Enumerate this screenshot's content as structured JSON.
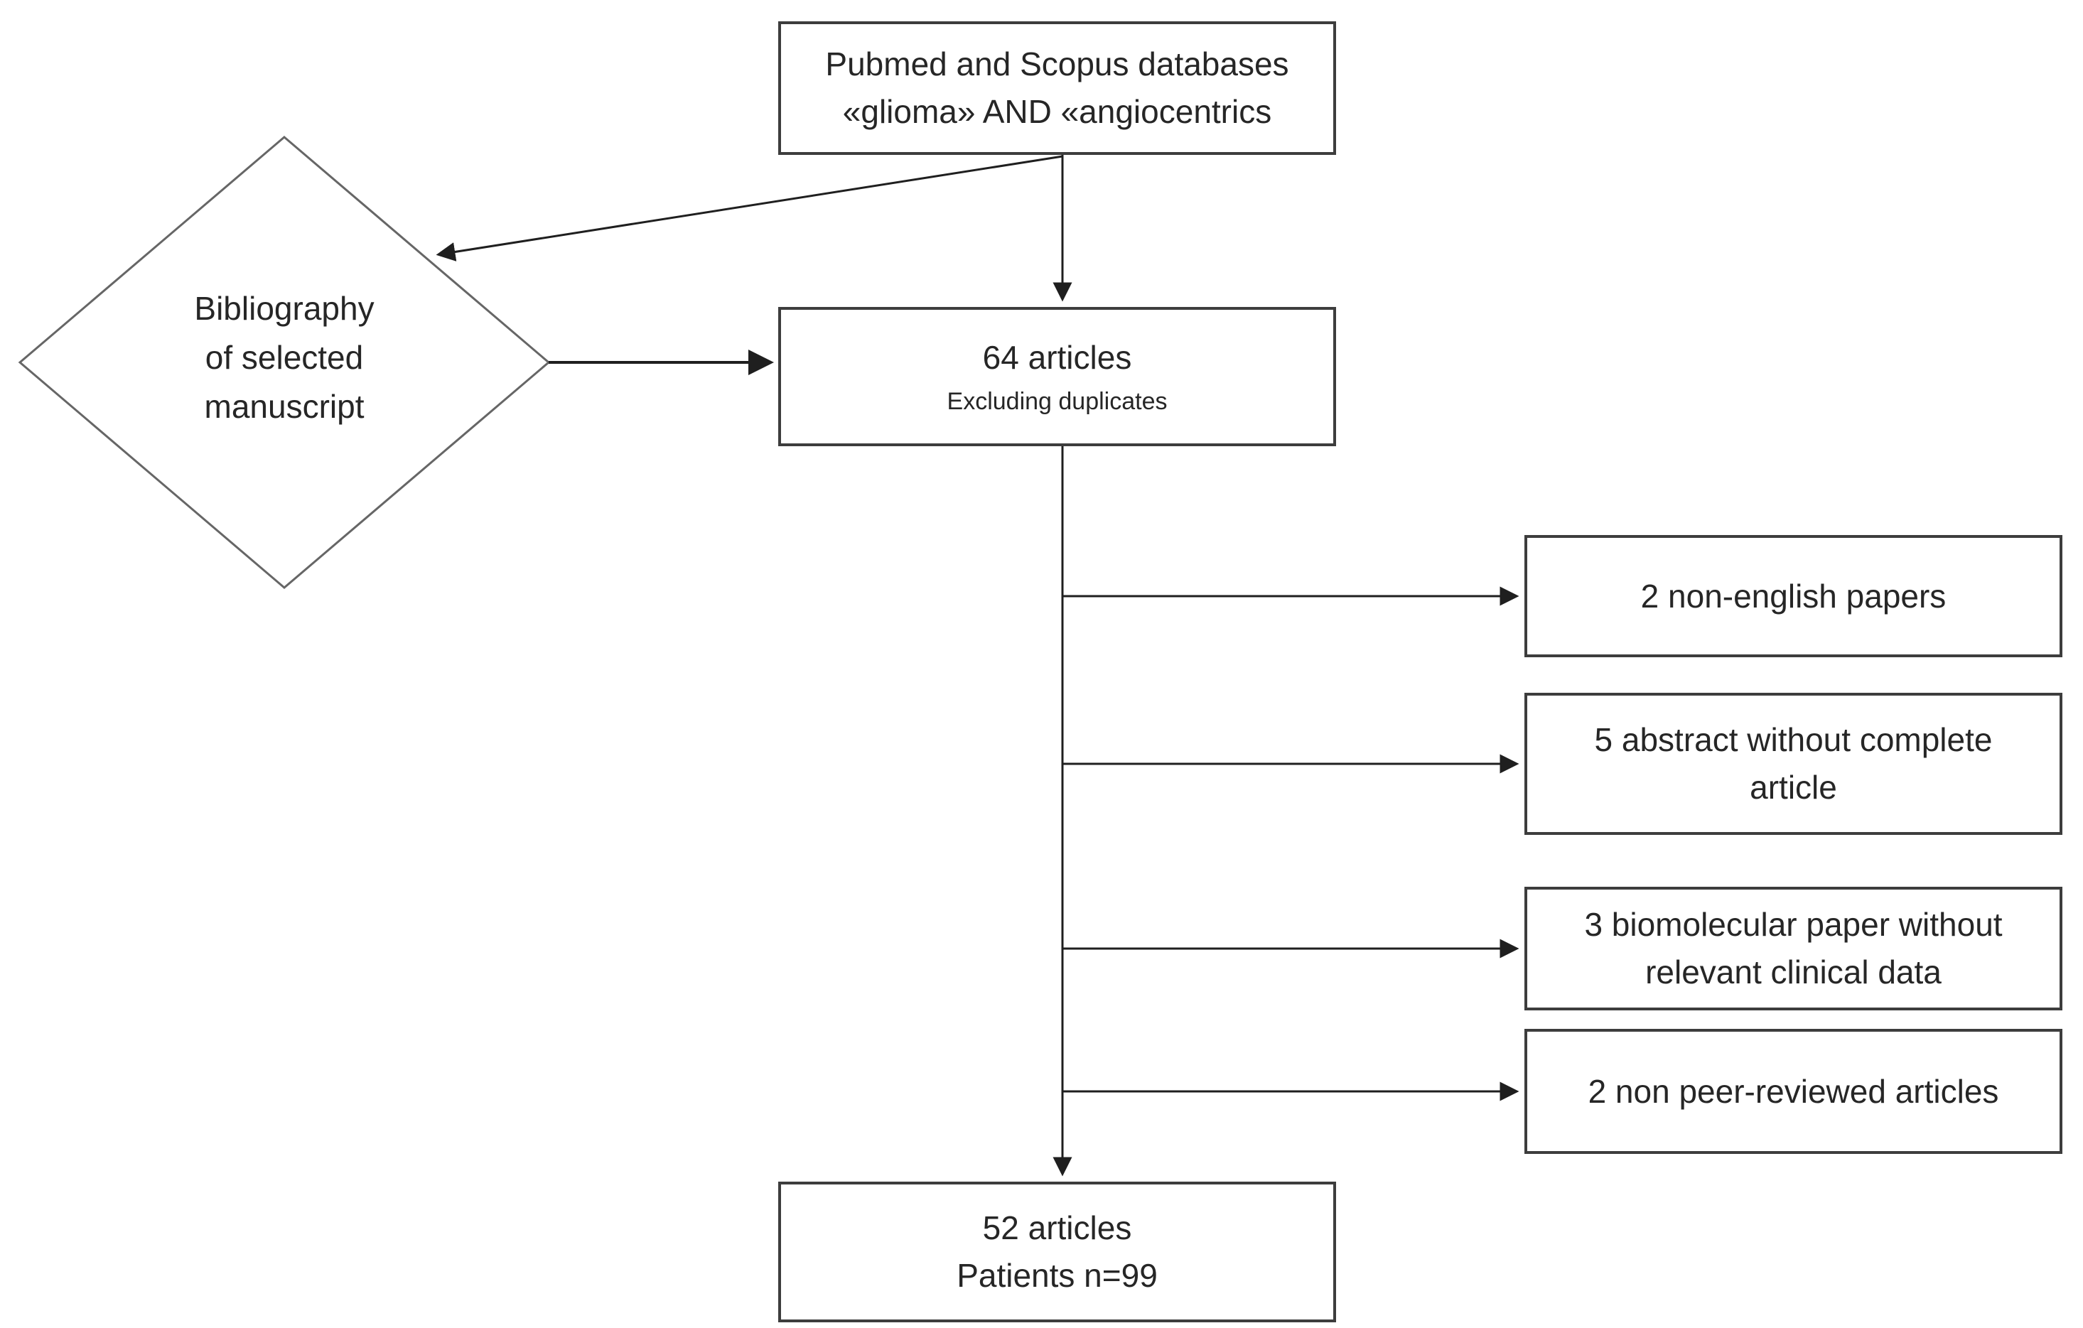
{
  "diagram": {
    "source_box": {
      "line1": "Pubmed and Scopus databases",
      "line2": "«glioma» AND «angiocentrics"
    },
    "bibliography_diamond": {
      "line1": "Bibliography",
      "line2": "of selected",
      "line3": "manuscript"
    },
    "articles_64_box": {
      "title": "64 articles",
      "subtitle": "Excluding duplicates"
    },
    "exclusion_boxes": [
      {
        "label": "2 non-english papers"
      },
      {
        "label": "5 abstract without complete article"
      },
      {
        "label": "3 biomolecular paper without relevant clinical data"
      },
      {
        "label": "2 non peer-reviewed articles"
      }
    ],
    "articles_52_box": {
      "line1": "52 articles",
      "line2": "Patients n=99"
    },
    "colors": {
      "box_border": "#3d3d3d",
      "diamond_border": "#666666",
      "line": "#1f1f1f",
      "text": "#262626",
      "background": "#ffffff"
    }
  }
}
